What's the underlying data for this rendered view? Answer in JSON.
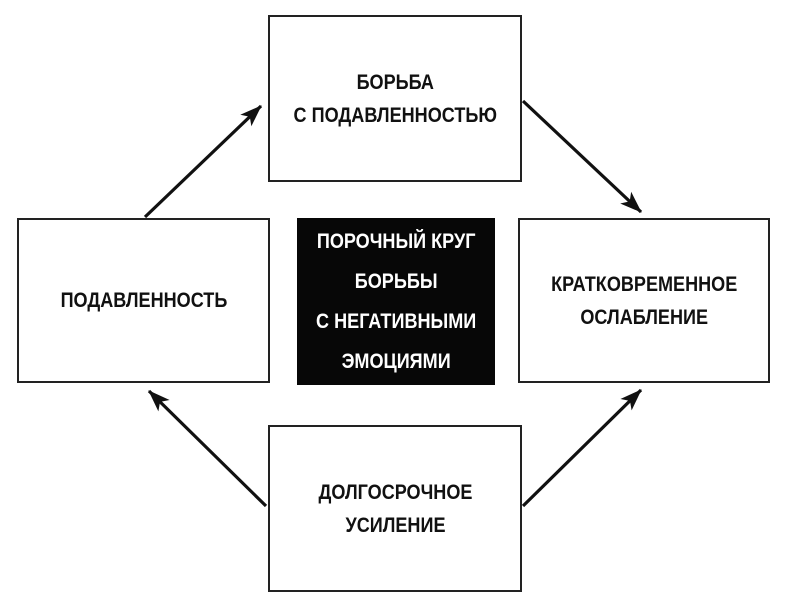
{
  "diagram": {
    "colors": {
      "background": "#ffffff",
      "box_background": "#ffffff",
      "box_border": "#222222",
      "text": "#111111",
      "arrow": "#111111",
      "center_background": "#070707",
      "center_text": "#ffffff"
    },
    "nodes": {
      "top": {
        "lines": [
          "БОРЬБА",
          "С ПОДАВЛЕННОСТЬЮ"
        ]
      },
      "left": {
        "lines": [
          "ПОДАВЛЕННОСТЬ"
        ]
      },
      "right": {
        "lines": [
          "КРАТКОВРЕМЕННОЕ",
          "ОСЛАБЛЕНИЕ"
        ]
      },
      "bottom": {
        "lines": [
          "ДОЛГОСРОЧНОЕ",
          "УСИЛЕНИЕ"
        ]
      },
      "center": {
        "lines": [
          "ПОРОЧНЫЙ КРУГ",
          "БОРЬБЫ",
          "С НЕГАТИВНЫМИ",
          "ЭМОЦИЯМИ"
        ]
      }
    },
    "edges": [
      {
        "from": "left",
        "to": "top"
      },
      {
        "from": "top",
        "to": "right"
      },
      {
        "from": "bottom",
        "to": "left"
      },
      {
        "from": "bottom",
        "to": "right"
      }
    ]
  }
}
